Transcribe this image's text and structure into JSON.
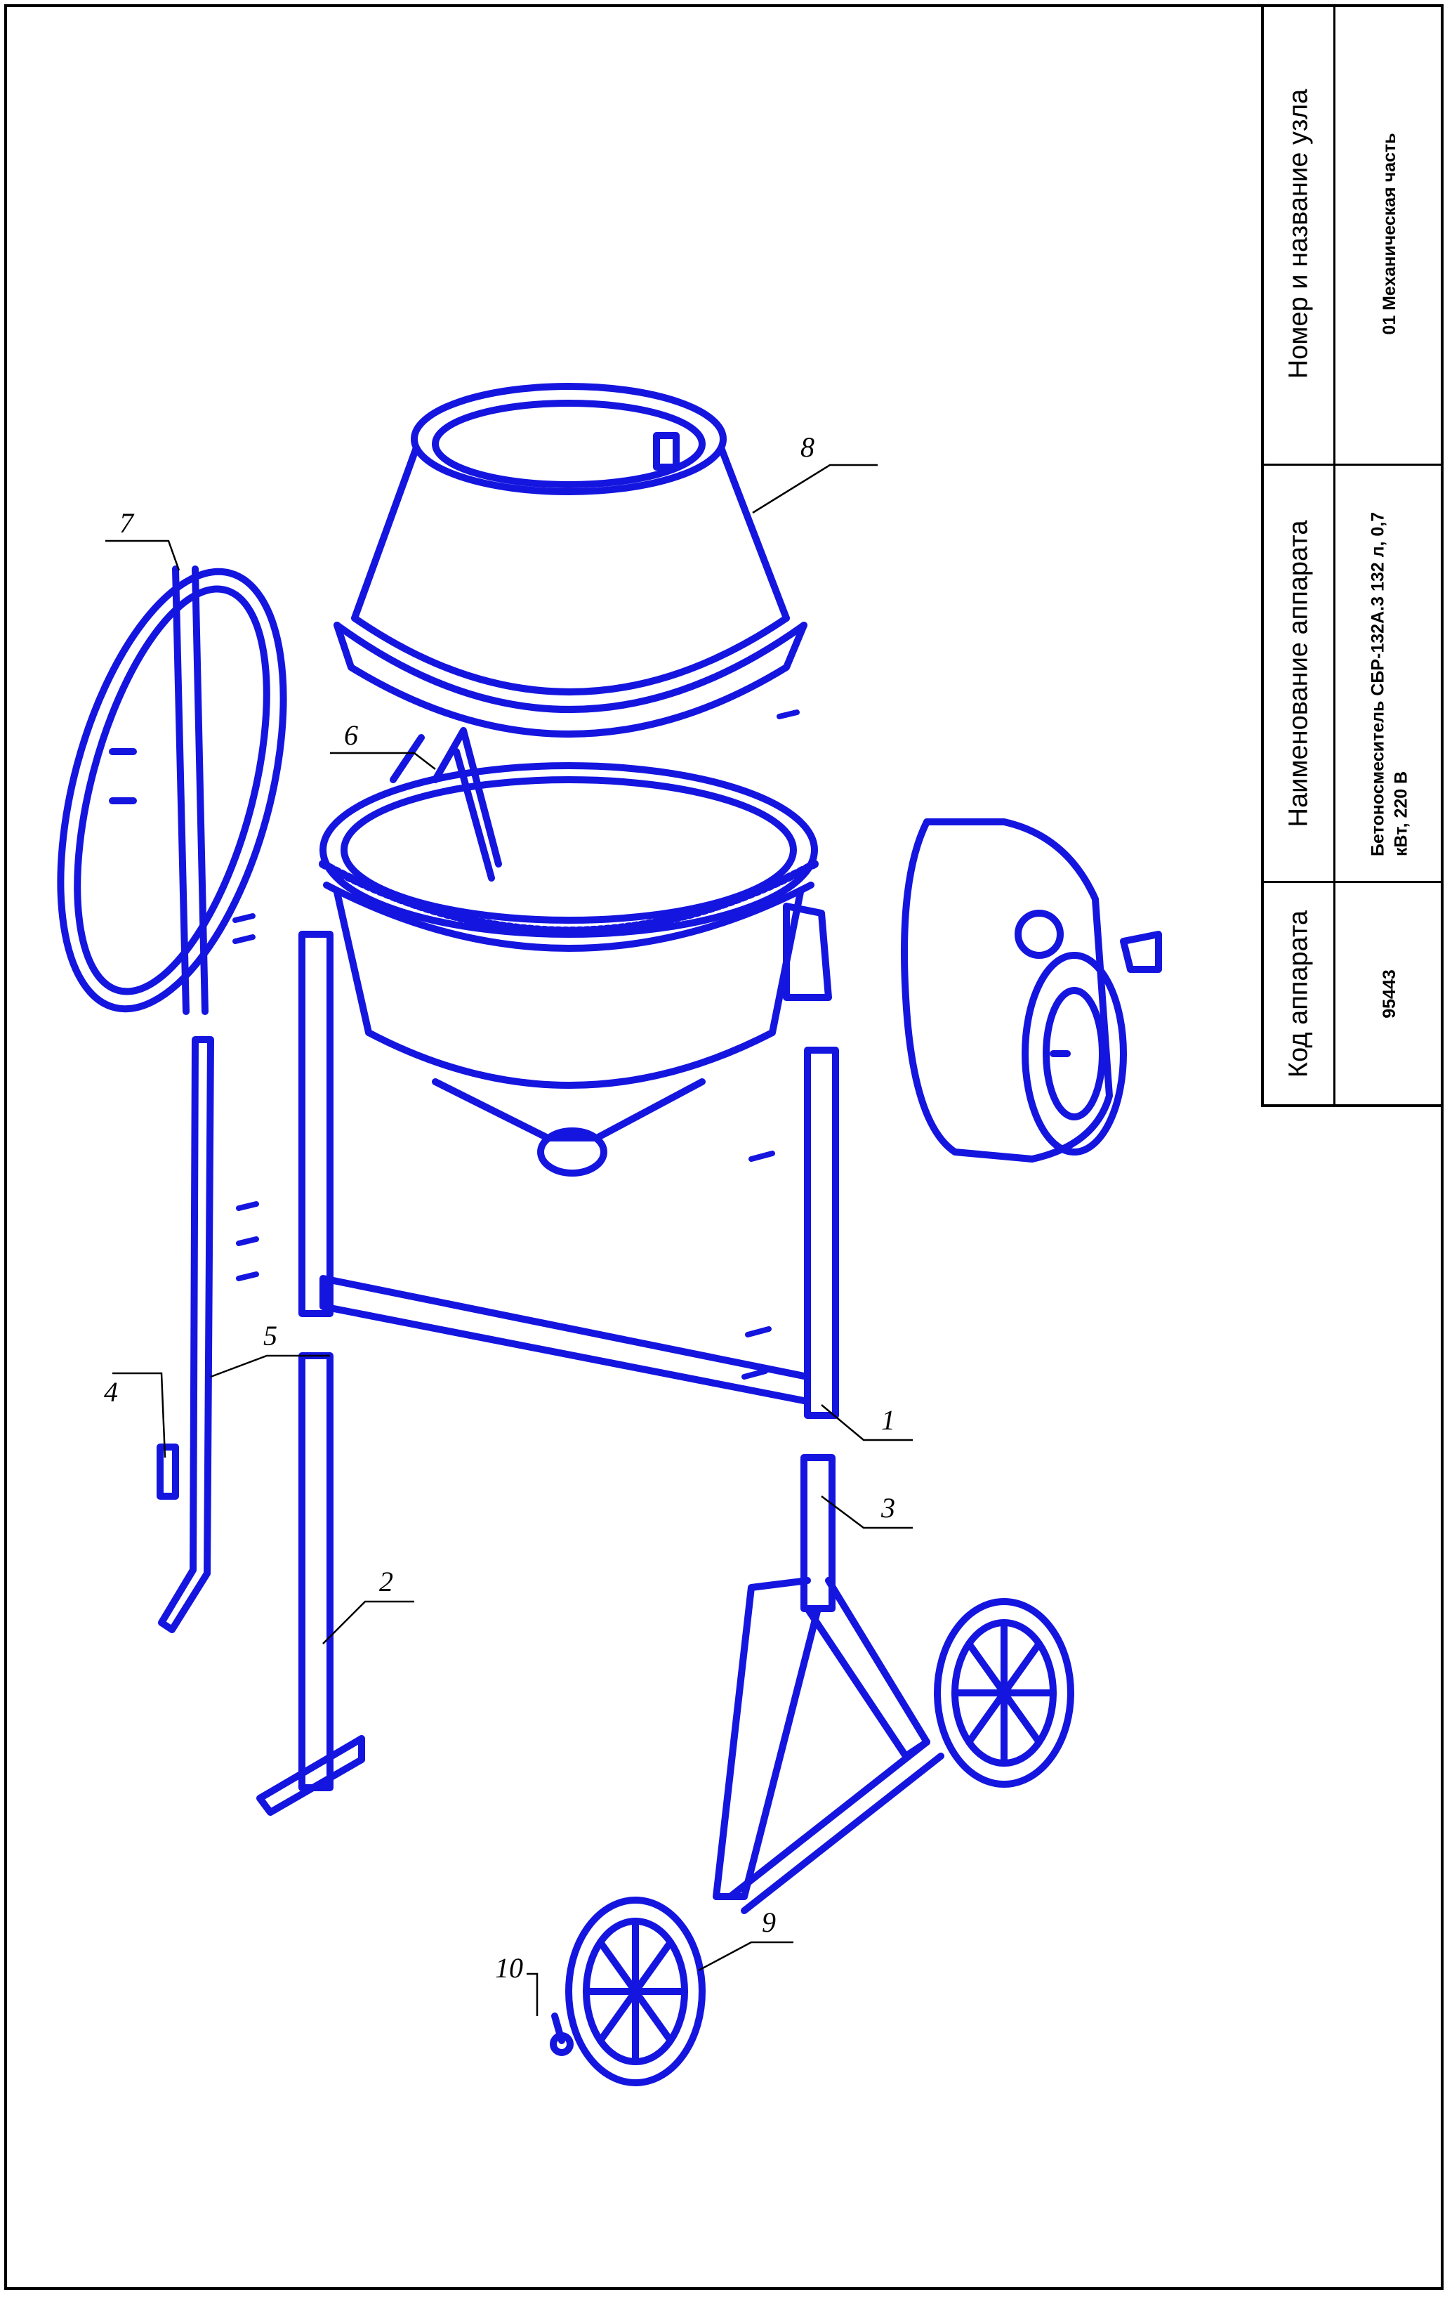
{
  "title_block": {
    "node_header": "Номер и название узла",
    "node_value": "01 Механическая часть",
    "apparatus_header": "Наименование аппарата",
    "apparatus_value": "Бетоносмеситель СБР-132А.3 132 л, 0,7 кВт, 220 В",
    "code_header": "Код аппарата",
    "code_value": "95443"
  },
  "callouts": [
    "1",
    "2",
    "3",
    "4",
    "5",
    "6",
    "7",
    "8",
    "9",
    "10"
  ],
  "colors": {
    "line": "#1515e0",
    "frame": "#000000"
  }
}
